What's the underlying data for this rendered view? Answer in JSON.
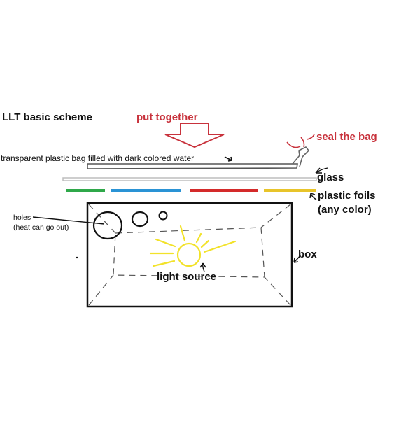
{
  "title": "LLT basic scheme",
  "labels": {
    "put_together": "put together",
    "seal_the_bag": "seal the bag",
    "bag": "transparent plastic bag filled with dark colored water",
    "glass": "glass",
    "plastic_foils_line1": "plastic foils",
    "plastic_foils_line2": "(any color)",
    "holes_line1": "holes",
    "holes_line2": "(heat can go out)",
    "box": "box",
    "light_source": "light source"
  },
  "colors": {
    "annotation_red": "#c8323c",
    "foil_green": "#2fa84a",
    "foil_blue": "#2a93d5",
    "foil_red": "#d42a2a",
    "foil_yellow": "#e8c42a",
    "sun_yellow": "#f2e22a",
    "glass_gray": "#bdbdbd"
  },
  "icons": {
    "arrow": "down-arrow-icon",
    "sun": "sun-icon"
  }
}
